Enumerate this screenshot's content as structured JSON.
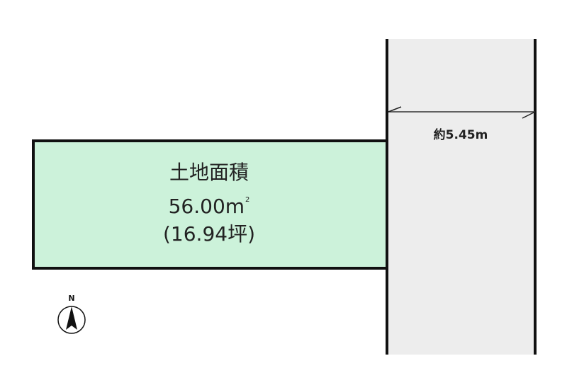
{
  "plot": {
    "title": "土地面積",
    "area_sqm_value": "56.00m",
    "area_sqm_superscript": "2",
    "area_tsubo": "(16.94坪)",
    "fill_color": "#CCF2DA",
    "border_color": "#111111"
  },
  "road": {
    "width_label": "約5.45m",
    "fill_color": "#EDEDED"
  },
  "compass": {
    "label": "N",
    "icon": "north-arrow-icon"
  }
}
